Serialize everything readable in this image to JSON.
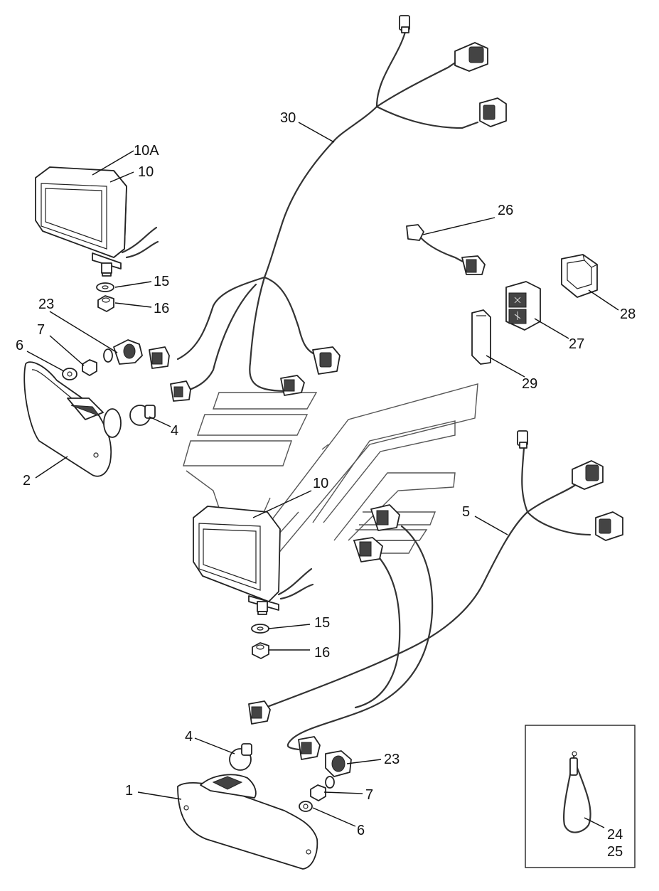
{
  "diagram": {
    "callouts": [
      {
        "id": "c-10a-top",
        "text": "10A"
      },
      {
        "id": "c-10-top",
        "text": "10"
      },
      {
        "id": "c-15-top",
        "text": "15"
      },
      {
        "id": "c-16-top",
        "text": "16"
      },
      {
        "id": "c-23-top",
        "text": "23"
      },
      {
        "id": "c-7-top",
        "text": "7"
      },
      {
        "id": "c-6-top",
        "text": "6"
      },
      {
        "id": "c-4-top",
        "text": "4"
      },
      {
        "id": "c-2",
        "text": "2"
      },
      {
        "id": "c-30",
        "text": "30"
      },
      {
        "id": "c-26",
        "text": "26"
      },
      {
        "id": "c-28",
        "text": "28"
      },
      {
        "id": "c-27",
        "text": "27"
      },
      {
        "id": "c-29",
        "text": "29"
      },
      {
        "id": "c-10-bottom",
        "text": "10"
      },
      {
        "id": "c-5",
        "text": "5"
      },
      {
        "id": "c-15-bottom",
        "text": "15"
      },
      {
        "id": "c-16-bottom",
        "text": "16"
      },
      {
        "id": "c-4-bottom",
        "text": "4"
      },
      {
        "id": "c-23-bottom",
        "text": "23"
      },
      {
        "id": "c-1",
        "text": "1"
      },
      {
        "id": "c-7-bottom",
        "text": "7"
      },
      {
        "id": "c-6-bottom",
        "text": "6"
      },
      {
        "id": "c-24",
        "text": "24"
      },
      {
        "id": "c-25",
        "text": "25"
      }
    ]
  }
}
